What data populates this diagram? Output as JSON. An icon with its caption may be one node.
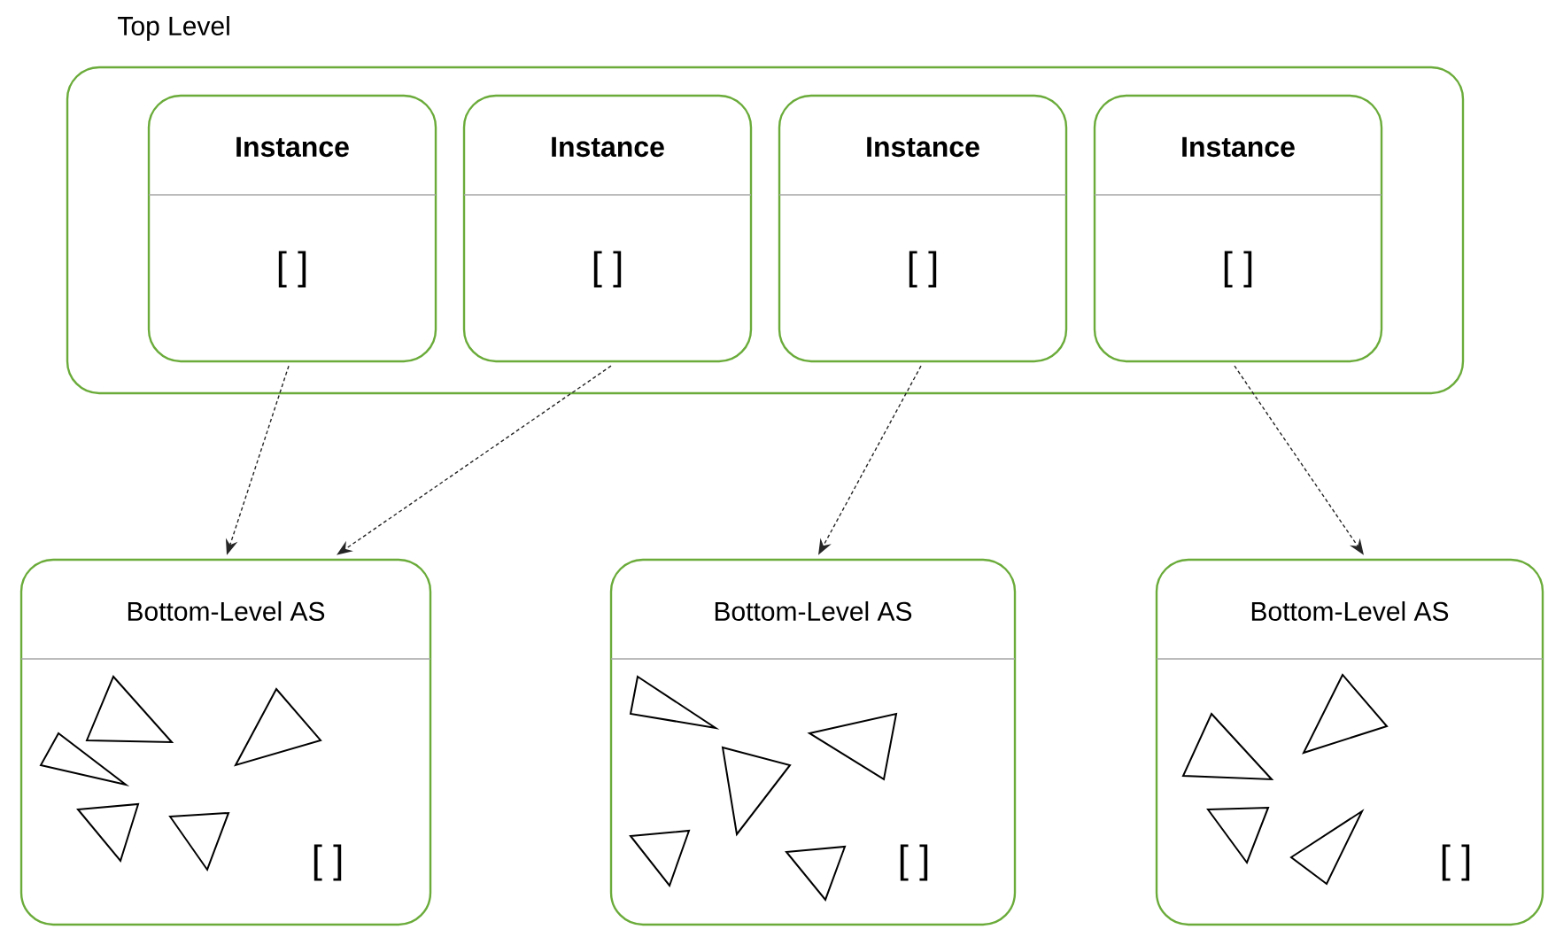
{
  "diagram": {
    "nodes": [
      {
        "text": [
          "Top Level"
        ]
      },
      {
        "text": [
          "Instance",
          "[ ]"
        ],
        "in": 0
      },
      {
        "text": [
          "Instance",
          "[ ]"
        ],
        "in": 0
      },
      {
        "text": [
          "Instance",
          "[ ]"
        ],
        "in": 0
      },
      {
        "text": [
          "Instance",
          "[ ]"
        ],
        "in": 0
      },
      {
        "text": [
          "Bottom-Level AS",
          "[ ]"
        ]
      },
      {
        "text": [
          "Bottom-Level AS",
          "[ ]"
        ]
      },
      {
        "text": [
          "Bottom-Level AS",
          "[ ]"
        ]
      }
    ],
    "edges": [
      {
        "from": 1,
        "to": 5,
        "arrow": "to",
        "style": "dashed"
      },
      {
        "from": 2,
        "to": 5,
        "arrow": "to",
        "style": "dashed"
      },
      {
        "from": 3,
        "to": 6,
        "arrow": "to",
        "style": "dashed"
      },
      {
        "from": 4,
        "to": 7,
        "arrow": "to",
        "style": "dashed"
      }
    ]
  }
}
